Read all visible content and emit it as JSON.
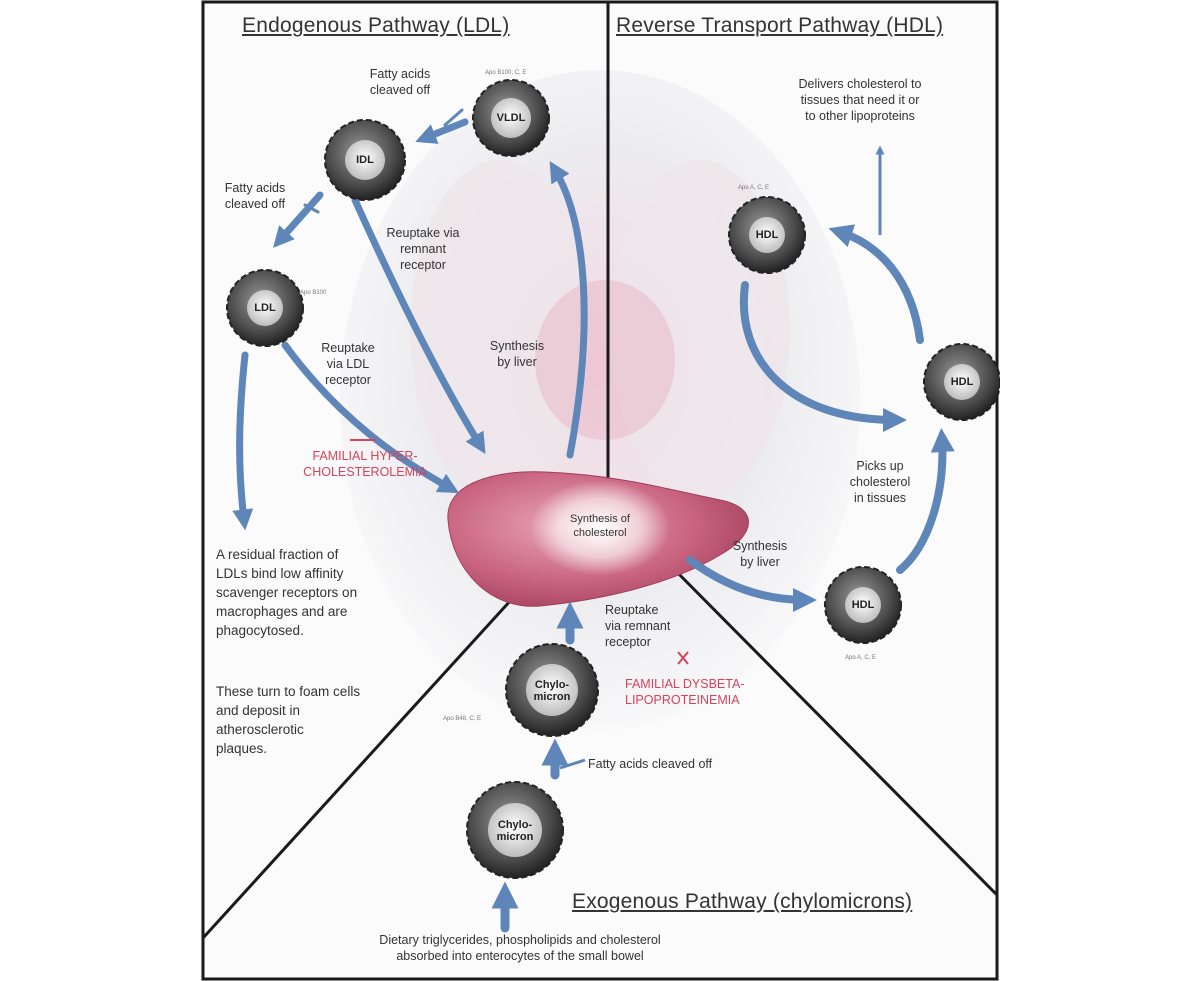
{
  "headers": {
    "endogenous": "Endogenous Pathway (LDL)",
    "reverse": "Reverse Transport Pathway (HDL)",
    "exogenous": "Exogenous Pathway (chylomicrons)"
  },
  "particles": {
    "vldl": "VLDL",
    "idl": "IDL",
    "ldl": "LDL",
    "hdl_top": "HDL",
    "hdl_mid": "HDL",
    "hdl_bottom": "HDL",
    "chylo_upper_1": "Chylo-",
    "chylo_upper_2": "micron",
    "chylo_lower_1": "Chylo-",
    "chylo_lower_2": "micron"
  },
  "apo_tags": {
    "vldl": "Apo B100, C, E",
    "ldl": "Apo B100",
    "hdl_top": "Apo A, C, E",
    "hdl_bottom": "Apo A, C, E",
    "chylo": "Apo B48, C, E"
  },
  "labels": {
    "fatty_acids_top_1": "Fatty acids",
    "fatty_acids_top_2": "cleaved off",
    "fatty_acids_mid_1": "Fatty acids",
    "fatty_acids_mid_2": "cleaved off",
    "reuptake_remnant_1": "Reuptake via",
    "reuptake_remnant_2": "remnant",
    "reuptake_remnant_3": "receptor",
    "reuptake_ldl_1": "Reuptake",
    "reuptake_ldl_2": "via LDL",
    "reuptake_ldl_3": "receptor",
    "synth_liver_left_1": "Synthesis",
    "synth_liver_left_2": "by liver",
    "synth_cholesterol_1": "Synthesis of",
    "synth_cholesterol_2": "cholesterol",
    "delivers_1": "Delivers cholesterol to",
    "delivers_2": "tissues that need it or",
    "delivers_3": "to other lipoproteins",
    "picks_up_1": "Picks up",
    "picks_up_2": "cholesterol",
    "picks_up_3": "in tissues",
    "synth_liver_right_1": "Synthesis",
    "synth_liver_right_2": "by liver",
    "reuptake_chylo_1": "Reuptake",
    "reuptake_chylo_2": "via remnant",
    "reuptake_chylo_3": "receptor",
    "fatty_acids_chylo": "Fatty acids cleaved off",
    "dietary_1": "Dietary triglycerides, phospholipids and cholesterol",
    "dietary_2": "absorbed into enterocytes of the small bowel"
  },
  "disorders": {
    "fh_1": "FAMILIAL HYPER-",
    "fh_2": "CHOLESTEROLEMIA",
    "fd_1": "FAMILIAL DYSBETA-",
    "fd_2": "LIPOPROTEINEMIA"
  },
  "paragraphs": {
    "residual": [
      "A residual fraction of",
      "LDLs bind low affinity",
      "scavenger receptors on",
      "macrophages and are",
      "phagocytosed."
    ],
    "foam": [
      "These turn to foam cells",
      "and deposit in",
      "atherosclerotic",
      "plaques."
    ]
  },
  "colors": {
    "arrow": "#5f86b8",
    "disorder": "#d6435c",
    "liver": "#c9637f",
    "particle": "#4a4a4a"
  }
}
